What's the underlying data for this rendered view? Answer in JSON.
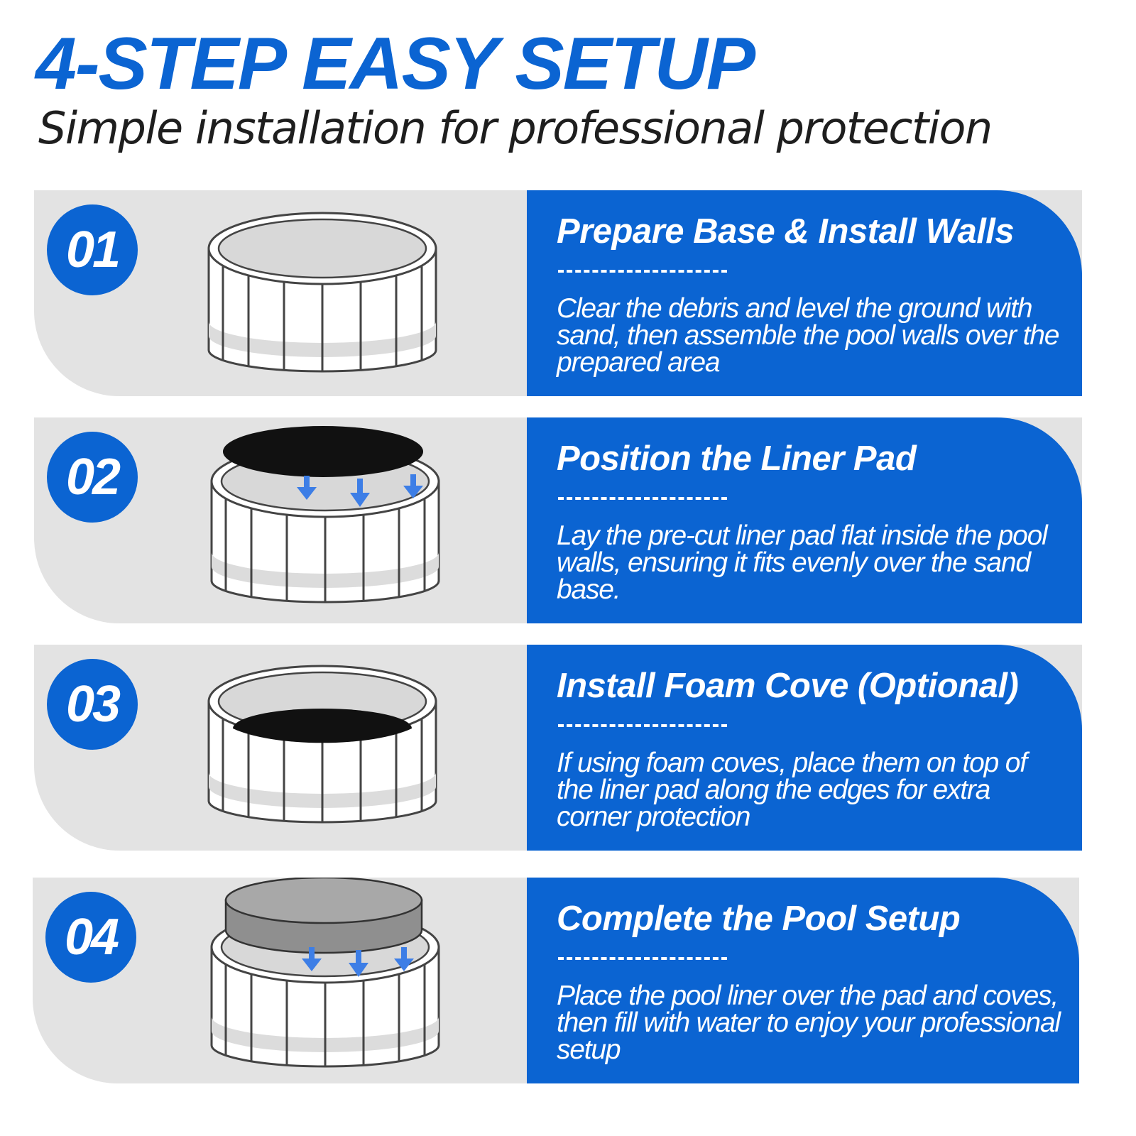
{
  "header": {
    "title": "4-STEP EASY SETUP",
    "subtitle": "Simple installation for professional protection"
  },
  "colors": {
    "brand_blue": "#0b64d2",
    "panel_gray": "#e3e3e3",
    "text_dark": "#1e1e1e"
  },
  "steps": [
    {
      "number": "01",
      "title": "Prepare Base & Install Walls",
      "description": "Clear the debris and level the ground with sand, then assemble the pool walls over the prepared area",
      "illustration": "pool-frame-icon"
    },
    {
      "number": "02",
      "title": "Position the Liner Pad",
      "description": "Lay the pre-cut liner pad flat inside the pool walls, ensuring it fits evenly over the sand base.",
      "illustration": "liner-pad-placement-icon"
    },
    {
      "number": "03",
      "title": "Install Foam Cove (Optional)",
      "description": "If using foam coves, place them on top of the liner pad along the edges for extra corner protection",
      "illustration": "pool-with-pad-icon"
    },
    {
      "number": "04",
      "title": "Complete the Pool Setup",
      "description": "Place the pool liner over the pad and coves, then fill with water to enjoy your professional setup",
      "illustration": "pool-liner-placement-icon"
    }
  ]
}
